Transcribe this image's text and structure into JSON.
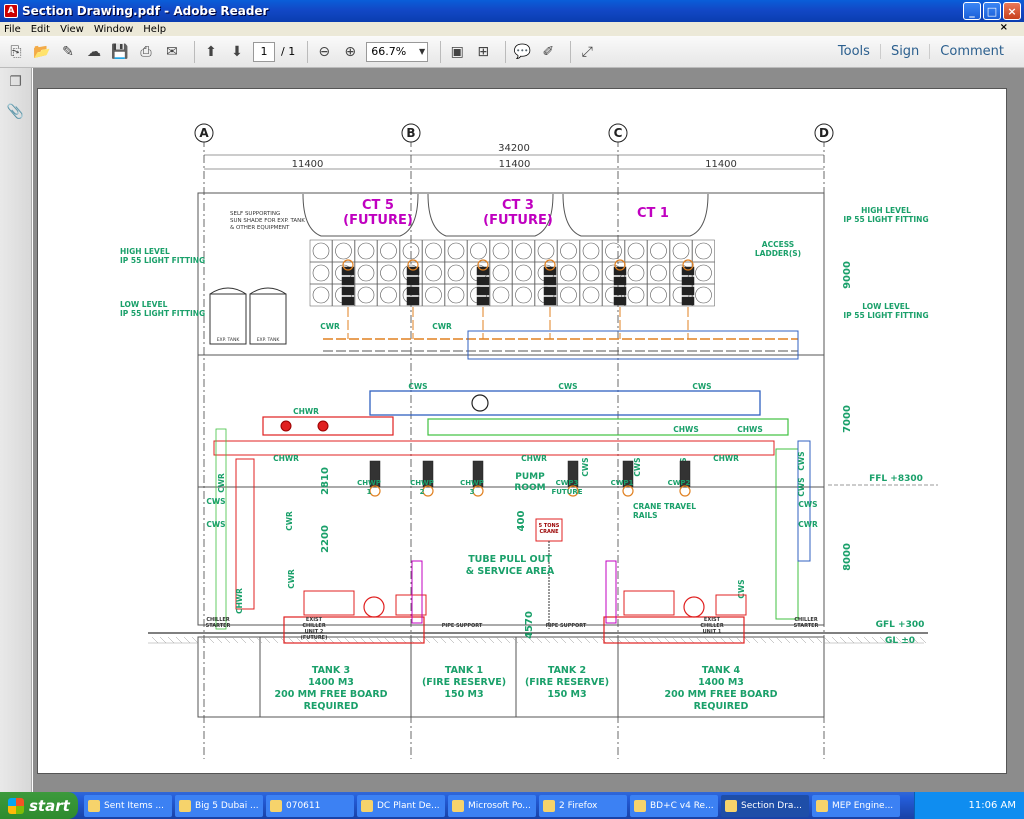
{
  "window": {
    "title": "Section Drawing.pdf - Adobe Reader"
  },
  "menu": [
    "File",
    "Edit",
    "View",
    "Window",
    "Help"
  ],
  "toolbar": {
    "page_current": "1",
    "page_total": "/ 1",
    "zoom": "66.7%",
    "right_tabs": [
      "Tools",
      "Sign",
      "Comment"
    ]
  },
  "drawing": {
    "grid_labels": [
      "A",
      "B",
      "C",
      "D"
    ],
    "overall_dim": "34200",
    "bay_dims": [
      "11400",
      "11400",
      "11400"
    ],
    "ct_labels": [
      [
        "CT 5",
        "(FUTURE)"
      ],
      [
        "CT 3",
        "(FUTURE)"
      ],
      [
        "CT 1"
      ]
    ],
    "sunshade_note": [
      "SELF SUPPORTING",
      "SUN SHADE FOR EXP. TANK",
      "& OTHER EQUIPMENT"
    ],
    "left_notes": [
      [
        "HIGH LEVEL",
        "IP 55 LIGHT FITTING"
      ],
      [
        "LOW LEVEL",
        "IP 55 LIGHT FITTING"
      ]
    ],
    "right_notes": [
      [
        "HIGH LEVEL",
        "IP 55 LIGHT FITTING"
      ],
      [
        "LOW LEVEL",
        "IP 55 LIGHT FITTING"
      ]
    ],
    "access_ladder": [
      "ACCESS",
      "LADDER(S)"
    ],
    "level_dims": [
      "9000",
      "7000",
      "8000"
    ],
    "levels": [
      "FFL +8300",
      "GFL +300",
      "GL ±0"
    ],
    "pipe_labels": {
      "cwr": "CWR",
      "cws": "CWS",
      "chwr": "CHWR",
      "chws": "CHWS"
    },
    "pump_labels": [
      [
        "CHWP",
        "1"
      ],
      [
        "CHWP",
        "2"
      ],
      [
        "CHWP",
        "3"
      ],
      [
        "CWP3",
        "FUTURE"
      ],
      [
        "CWP1"
      ],
      [
        "CWP2"
      ]
    ],
    "pump_room": [
      "PUMP",
      "ROOM"
    ],
    "dims_small": [
      "2810",
      "2200",
      "400",
      "4570"
    ],
    "crane_rails": [
      "CRANE TRAVEL",
      "RAILS"
    ],
    "tube_pull": [
      "TUBE PULL OUT",
      "& SERVICE AREA"
    ],
    "chiller_labels": [
      [
        "EXIST",
        "CHILLER",
        "UNIT 2",
        "(FUTURE)"
      ],
      [
        "EXIST",
        "CHILLER",
        "UNIT 1"
      ]
    ],
    "chiller_starter": [
      "CHILLER",
      "STARTER"
    ],
    "pipe_support": "PIPE SUPPORT",
    "crane_tag": [
      "5 TONS",
      "CRANE"
    ],
    "tanks": [
      [
        "TANK 3",
        "1400 M3",
        "200 MM FREE BOARD",
        "REQUIRED"
      ],
      [
        "TANK 1",
        "(FIRE RESERVE)",
        "150 M3"
      ],
      [
        "TANK 2",
        "(FIRE RESERVE)",
        "150 M3"
      ],
      [
        "TANK 4",
        "1400 M3",
        "200 MM FREE BOARD",
        "REQUIRED"
      ]
    ],
    "exp_tank_labels": [
      "EXP. TANK",
      "EXP. TANK"
    ]
  },
  "taskbar": {
    "start": "start",
    "items": [
      "Sent Items ...",
      "Big 5 Dubai ...",
      "070611",
      "DC Plant De...",
      "Microsoft Po...",
      "2 Firefox",
      "BD+C v4 Re...",
      "Section Dra...",
      "MEP Engine..."
    ],
    "active_index": 7,
    "clock": "11:06 AM"
  },
  "colors": {
    "green_text": "#1aa06a",
    "magenta": "#c000c0",
    "red_pipe": "#e02020",
    "blue_pipe": "#3060c0",
    "orange_pipe": "#e08020",
    "green_pipe": "#40c040"
  }
}
